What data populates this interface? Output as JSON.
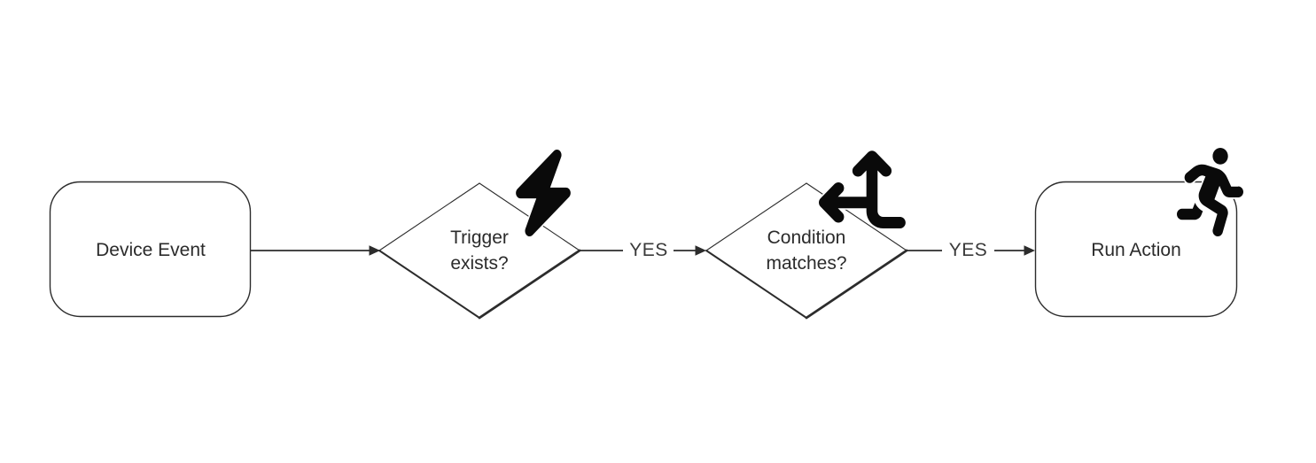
{
  "diagram": {
    "type": "flowchart",
    "direction": "left-to-right",
    "background": "#ffffff",
    "stroke_color": "#2c2c2c",
    "text_color": "#2b2b2b",
    "icon_color": "#0a0a0a",
    "nodes": [
      {
        "id": "device-event",
        "shape": "rounded-rect",
        "label": "Device Event",
        "icon": null
      },
      {
        "id": "trigger-exists",
        "shape": "diamond",
        "label": "Trigger\nexists?",
        "icon": "lightning-bolt-icon"
      },
      {
        "id": "condition-matches",
        "shape": "diamond",
        "label": "Condition\nmatches?",
        "icon": "arrows-split-up-and-left-icon"
      },
      {
        "id": "run-action",
        "shape": "rounded-rect",
        "label": "Run Action",
        "icon": "person-running-icon"
      }
    ],
    "edges": [
      {
        "from": "device-event",
        "to": "trigger-exists",
        "label": ""
      },
      {
        "from": "trigger-exists",
        "to": "condition-matches",
        "label": "YES"
      },
      {
        "from": "condition-matches",
        "to": "run-action",
        "label": "YES"
      }
    ]
  }
}
